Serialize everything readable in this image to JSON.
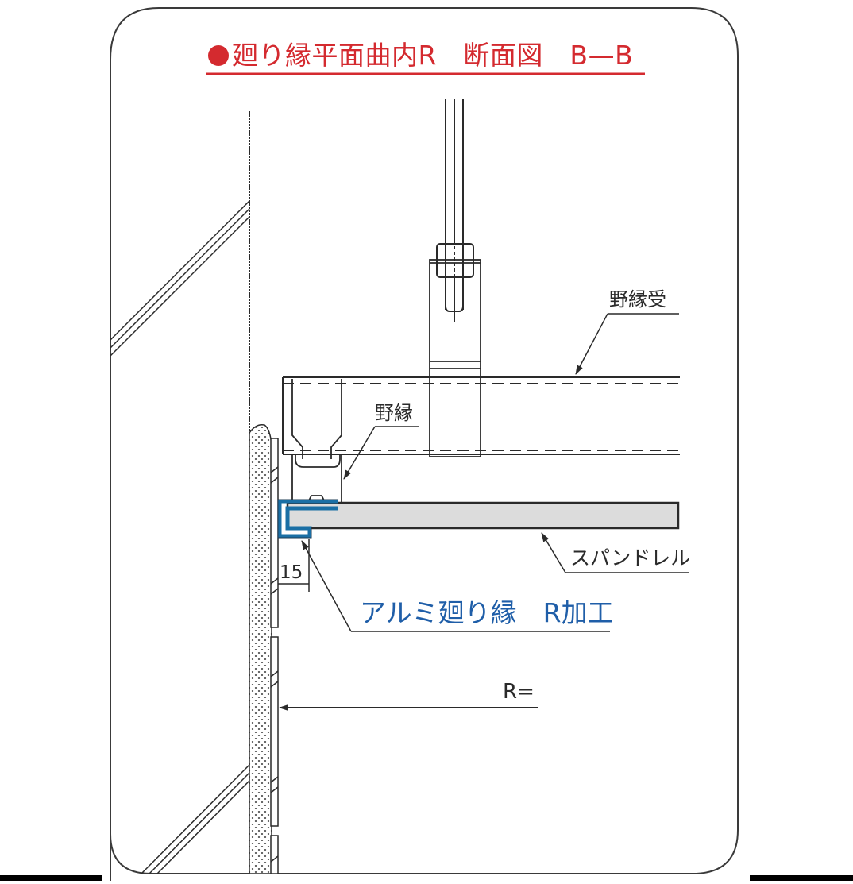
{
  "title": {
    "text": "廻り縁平面曲内R　断面図　B—B",
    "bullet": "●",
    "color": "#d42a2f"
  },
  "labels": {
    "noberi_uke": "野縁受",
    "noberi": "野縁",
    "spandrel": "スパンドレル",
    "dimension_15": "15",
    "aluminum_molding": "アルミ廻り縁　R加工",
    "radius": "R="
  },
  "colors": {
    "line": "#2a2a2a",
    "spandrel_fill": "#dcdcdc",
    "molding_blue": "#1a6fa5",
    "accent_blue_text": "#1f5ea8",
    "title_red": "#d42a2f"
  },
  "icons": {
    "bullet": "red-circle-bullet",
    "arrows": "leader-arrow"
  }
}
